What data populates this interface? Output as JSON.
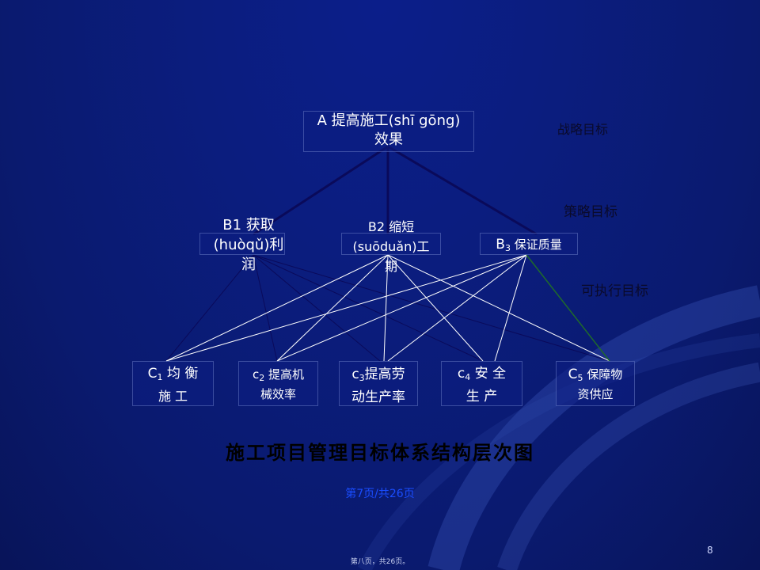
{
  "diagram": {
    "top": {
      "id": "A",
      "line1": "A  提高施工(shī gōng)",
      "line2": "效果"
    },
    "mid": [
      {
        "id": "B1",
        "lines": [
          "B1 获取",
          "(huòqǔ)利",
          "润"
        ]
      },
      {
        "id": "B2",
        "lines": [
          "B2  缩短",
          "(suōduǎn)工",
          "期"
        ]
      },
      {
        "id": "B3",
        "prefix": "B",
        "sub": "3",
        "text": " 保证质量"
      }
    ],
    "bottom": [
      {
        "id": "C1",
        "prefix": "C",
        "sub": "1",
        "line1": "  均 衡",
        "line2": "施  工"
      },
      {
        "id": "C2",
        "prefix": "c",
        "sub": "2",
        "line1": " 提高机",
        "line2": "械效率"
      },
      {
        "id": "C3",
        "prefix": "c",
        "sub": "3",
        "line1": "提高劳",
        "line2": "动生产率"
      },
      {
        "id": "C4",
        "prefix": "c",
        "sub": "4",
        "line1": "  安  全",
        "line2": "生  产"
      },
      {
        "id": "C5",
        "prefix": "C",
        "sub": "5",
        "line1": " 保障物",
        "line2": "资供应"
      }
    ],
    "level_labels": {
      "strategic": "战略目标",
      "tactical": "策略目标",
      "executable": "可执行目标"
    }
  },
  "caption": "施工项目管理目标体系结构层次图",
  "page_info": "第7页/共26页",
  "page_footer": "第八页，共26页。",
  "slide_number": "8",
  "colors": {
    "background": "#0b1d7e",
    "white_line": "#ffffff",
    "dark_line": "#0a0a5a",
    "green_line": "#1f6b2a",
    "page_info": "#1a4dff"
  }
}
